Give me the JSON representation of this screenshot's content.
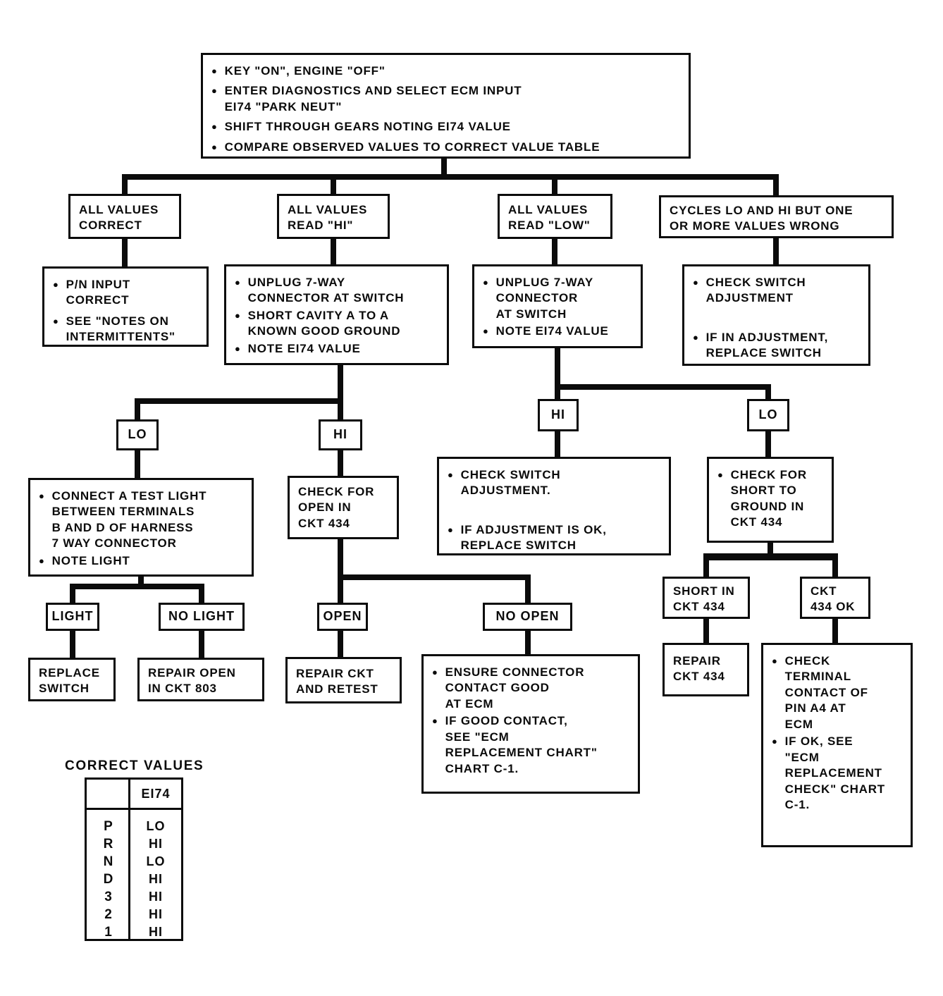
{
  "icons": {
    "bullet": "●"
  },
  "nodes": {
    "start": {
      "bullets": [
        "KEY \"ON\", ENGINE \"OFF\"",
        "ENTER DIAGNOSTICS AND SELECT ECM INPUT\nEI74 \"PARK NEUT\"",
        "SHIFT THROUGH GEARS NOTING EI74 VALUE",
        "COMPARE OBSERVED VALUES TO CORRECT VALUE TABLE"
      ]
    },
    "all_correct": {
      "label": "ALL VALUES\nCORRECT"
    },
    "all_hi": {
      "label": "ALL VALUES\nREAD \"HI\""
    },
    "all_low": {
      "label": "ALL VALUES\nREAD \"LOW\""
    },
    "cycles": {
      "label": "CYCLES LO AND HI BUT ONE\nOR MORE VALUES WRONG"
    },
    "pn_input": {
      "bullets": [
        "P/N INPUT\nCORRECT",
        "SEE \"NOTES ON\nINTERMITTENTS\""
      ]
    },
    "unplug_short": {
      "bullets": [
        "UNPLUG 7-WAY\nCONNECTOR AT SWITCH",
        "SHORT CAVITY A TO A\nKNOWN GOOD GROUND",
        "NOTE EI74 VALUE"
      ]
    },
    "unplug_note": {
      "bullets": [
        "UNPLUG 7-WAY\nCONNECTOR\nAT SWITCH",
        "NOTE EI74 VALUE"
      ]
    },
    "check_adjustment": {
      "bullets": [
        "CHECK SWITCH\nADJUSTMENT",
        "IF IN ADJUSTMENT,\nREPLACE SWITCH"
      ]
    },
    "lo1": {
      "label": "LO"
    },
    "hi1": {
      "label": "HI"
    },
    "hi2": {
      "label": "HI"
    },
    "lo2": {
      "label": "LO"
    },
    "test_light": {
      "bullets": [
        "CONNECT A TEST LIGHT\nBETWEEN TERMINALS\nB AND D OF HARNESS\n7 WAY CONNECTOR",
        "NOTE LIGHT"
      ]
    },
    "check_open": {
      "label": "CHECK FOR\nOPEN IN\nCKT 434"
    },
    "check_adjustment_ok": {
      "bullets": [
        "CHECK SWITCH\nADJUSTMENT.",
        "IF ADJUSTMENT IS OK,\nREPLACE SWITCH"
      ]
    },
    "check_short": {
      "bullets": [
        "CHECK FOR\nSHORT TO\nGROUND IN\nCKT 434"
      ]
    },
    "light": {
      "label": "LIGHT"
    },
    "no_light": {
      "label": "NO LIGHT"
    },
    "open": {
      "label": "OPEN"
    },
    "no_open": {
      "label": "NO OPEN"
    },
    "short_in_ckt": {
      "label": "SHORT IN\nCKT 434"
    },
    "ckt_ok": {
      "label": "CKT\n434 OK"
    },
    "replace_switch": {
      "label": "REPLACE\nSWITCH"
    },
    "repair_open_803": {
      "label": "REPAIR OPEN\nIN CKT 803"
    },
    "repair_retest": {
      "label": "REPAIR CKT\nAND RETEST"
    },
    "ensure_contact": {
      "bullets": [
        "ENSURE CONNECTOR\nCONTACT GOOD\nAT ECM",
        "IF GOOD CONTACT,\nSEE \"ECM\nREPLACEMENT CHART\"\nCHART C-1."
      ]
    },
    "repair_434": {
      "label": "REPAIR\nCKT 434"
    },
    "check_terminal": {
      "bullets": [
        "CHECK\nTERMINAL\nCONTACT OF\nPIN A4 AT\nECM",
        "IF OK, SEE\n\"ECM\nREPLACEMENT\nCHECK\" CHART\nC-1."
      ]
    }
  },
  "table": {
    "title": "CORRECT VALUES",
    "value_header": "EI74",
    "rows": [
      {
        "gear": "P",
        "value": "LO"
      },
      {
        "gear": "R",
        "value": "HI"
      },
      {
        "gear": "N",
        "value": "LO"
      },
      {
        "gear": "D",
        "value": "HI"
      },
      {
        "gear": "3",
        "value": "HI"
      },
      {
        "gear": "2",
        "value": "HI"
      },
      {
        "gear": "1",
        "value": "HI"
      }
    ]
  }
}
